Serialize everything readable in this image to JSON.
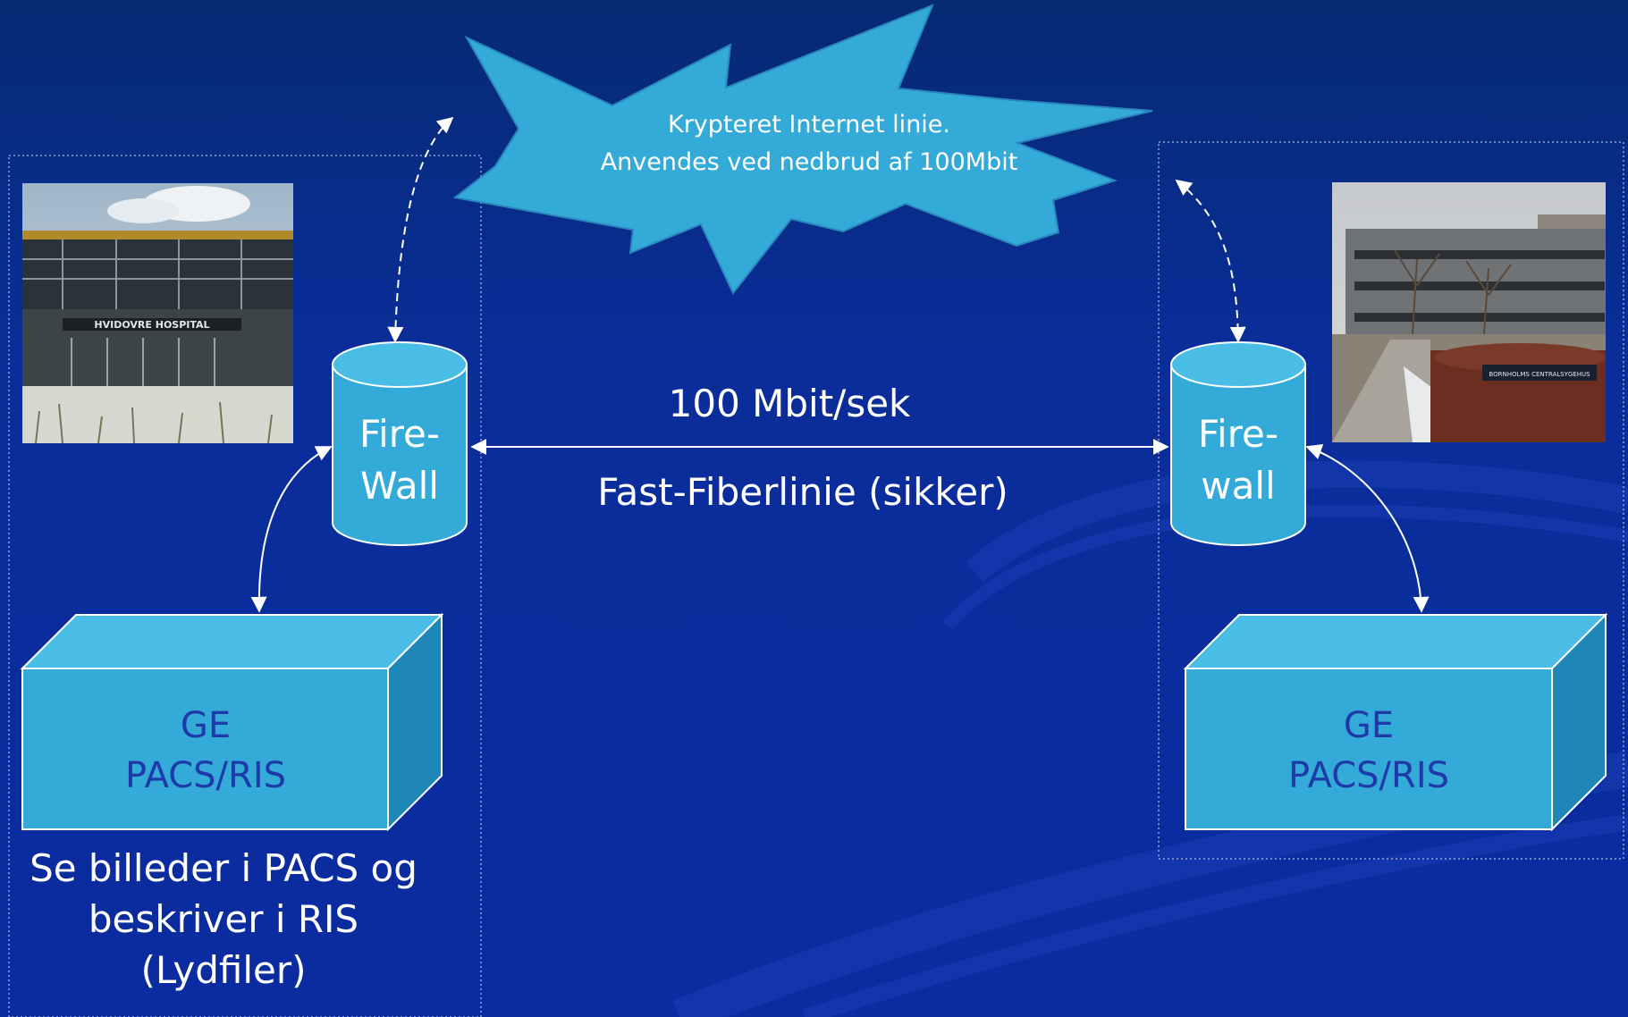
{
  "cloud": {
    "line1": "Krypteret Internet linie.",
    "line2": "Anvendes ved nedbrud af 100Mbit"
  },
  "link": {
    "speed": "100 Mbit/sek",
    "type": "Fast-Fiberlinie (sikker)"
  },
  "left_site": {
    "firewall": {
      "line1": "Fire-",
      "line2": "Wall"
    },
    "pacs": {
      "line1": "GE",
      "line2": "PACS/RIS"
    },
    "caption": {
      "line1": "Se billeder i PACS og",
      "line2": "beskriver i RIS",
      "line3": "(Lydfiler)"
    },
    "photo": {
      "sign": "HVIDOVRE HOSPITAL"
    }
  },
  "right_site": {
    "firewall": {
      "line1": "Fire-",
      "line2": "wall"
    },
    "pacs": {
      "line1": "GE",
      "line2": "PACS/RIS"
    },
    "photo": {
      "sign": "BORNHOLMS CENTRALSYGEHUS"
    }
  },
  "colors": {
    "background": "#0a2a96",
    "shape_fill": "#33aad8",
    "shape_side": "#1f87b8",
    "shape_top": "#49bde6",
    "shape_text": "#1e3aa8",
    "white_text": "#ffffff"
  }
}
